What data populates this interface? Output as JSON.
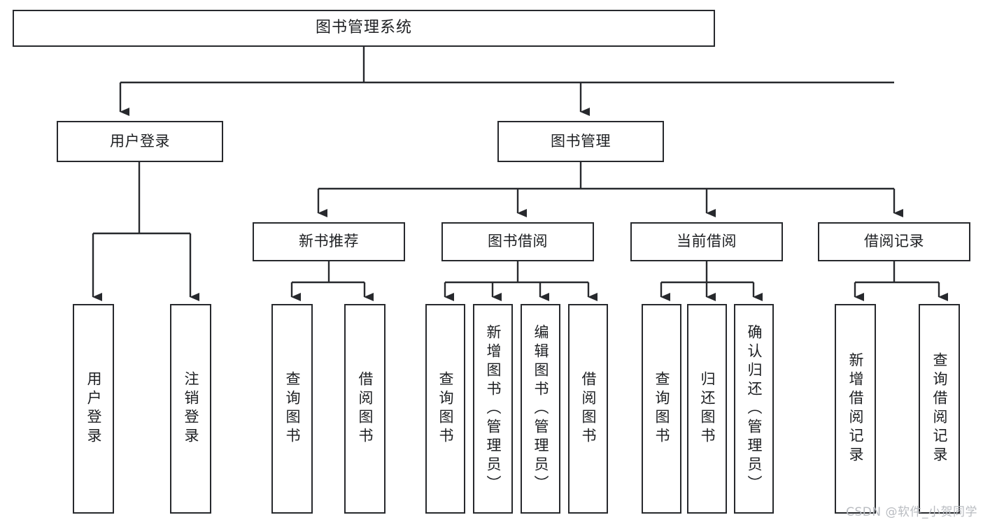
{
  "diagram": {
    "title": "图书管理系统",
    "type": "hierarchy-tree",
    "stroke_color": "#27292d",
    "background_color": "#ffffff",
    "text_color": "#1d1f22"
  },
  "nodes": {
    "root": {
      "label": "图书管理系统"
    },
    "level2": [
      {
        "key": "user-login",
        "label": "用户登录"
      },
      {
        "key": "book-management",
        "label": "图书管理"
      }
    ],
    "level3": [
      {
        "key": "new-book-recommend",
        "label": "新书推荐"
      },
      {
        "key": "book-borrow",
        "label": "图书借阅"
      },
      {
        "key": "current-borrow",
        "label": "当前借阅"
      },
      {
        "key": "borrow-record",
        "label": "借阅记录"
      }
    ],
    "leaves": {
      "user_login": [
        {
          "key": "user-login-leaf",
          "label": "用户登录"
        },
        {
          "key": "logout-leaf",
          "label": "注销登录"
        }
      ],
      "new_book_recommend": [
        {
          "key": "query-book-1",
          "label": "查询图书"
        },
        {
          "key": "borrow-book-1",
          "label": "借阅图书"
        }
      ],
      "book_borrow": [
        {
          "key": "query-book-2",
          "label": "查询图书"
        },
        {
          "key": "add-book-admin",
          "label": "新增图书（管理员）"
        },
        {
          "key": "edit-book-admin",
          "label": "编辑图书（管理员）"
        },
        {
          "key": "borrow-book-2",
          "label": "借阅图书"
        }
      ],
      "current_borrow": [
        {
          "key": "query-book-3",
          "label": "查询图书"
        },
        {
          "key": "return-book",
          "label": "归还图书"
        },
        {
          "key": "confirm-return-admin",
          "label": "确认归还（管理员）"
        }
      ],
      "borrow_record": [
        {
          "key": "add-borrow-record",
          "label": "新增借阅记录"
        },
        {
          "key": "query-borrow-record",
          "label": "查询借阅记录"
        }
      ]
    }
  },
  "watermark": {
    "text": "CSDN @软件_小贺同学"
  }
}
